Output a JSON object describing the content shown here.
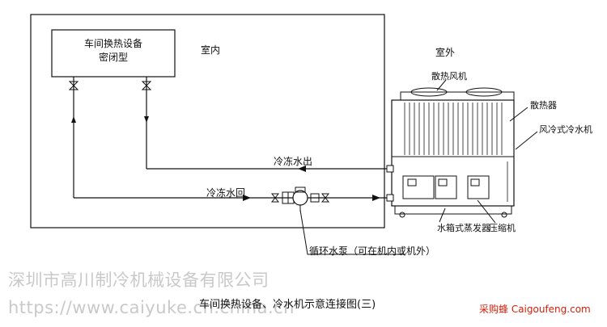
{
  "diagram": {
    "equipment_box": {
      "line1": "车间换热设备",
      "line2": "密闭型"
    },
    "zone_indoor": "室内",
    "zone_outdoor": "室外",
    "chiller_labels": {
      "fan": "散热风机",
      "radiator": "散热器",
      "air_cooled_chiller": "风冷式冷水机",
      "tank_evaporator": "水箱式蒸发器",
      "compressor": "压缩机"
    },
    "pipe_out": "冷冻水出",
    "pipe_return": "冷冻水回",
    "pump_label": "循环水泵（可在机内或机外）",
    "caption": "车间换热设备、冷水机示意连接图(三)"
  },
  "watermark": {
    "company": "深圳市高川制冷机械设备有限公司",
    "url": "https://www.caiyuke.cn.china.cn"
  },
  "brand": "采购蜂 Caigoufeng.com",
  "colors": {
    "line": "#111111",
    "watermark": "#c9c9c9",
    "brand": "#d81e06"
  }
}
